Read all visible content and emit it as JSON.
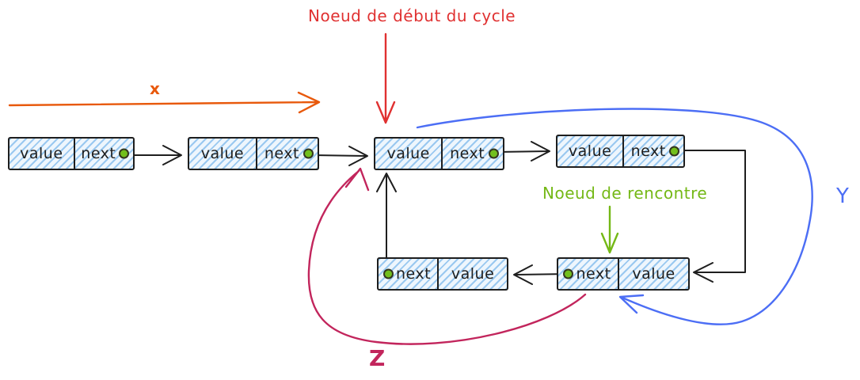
{
  "diagram": {
    "kind": "linked-list-cycle (Floyd cycle detection sketch)",
    "labels": {
      "cycle_start": "Noeud de début du cycle",
      "meeting": "Noeud de rencontre",
      "x": "x",
      "y": "Y",
      "z": "Z"
    },
    "nodes": {
      "top": [
        {
          "value": "value",
          "next": "next"
        },
        {
          "value": "value",
          "next": "next"
        },
        {
          "value": "value",
          "next": "next"
        },
        {
          "value": "value",
          "next": "next"
        }
      ],
      "bottom": [
        {
          "next": "next",
          "value": "value"
        },
        {
          "next": "next",
          "value": "value"
        }
      ]
    },
    "colors": {
      "red": "#e03131",
      "orange": "#e8590c",
      "green": "#74b816",
      "blue": "#4c6ef5",
      "crimson": "#c2255c",
      "wire_black": "#1e1e1e",
      "node_fill": "#a9d3f0",
      "dot_fill": "#72bf1d"
    }
  }
}
